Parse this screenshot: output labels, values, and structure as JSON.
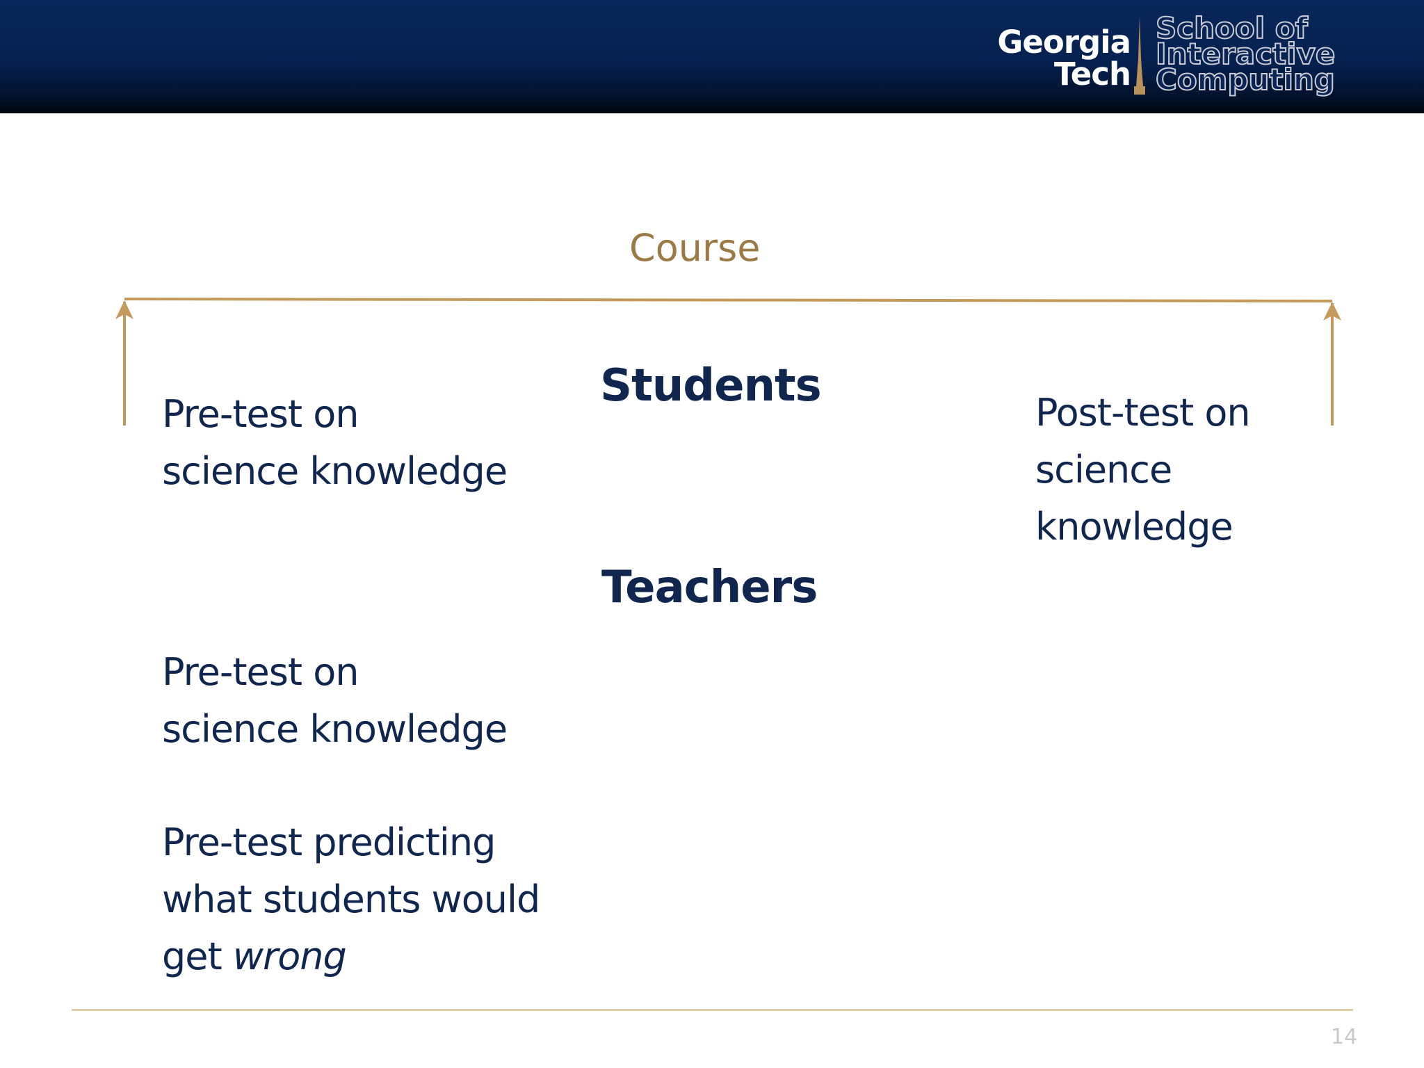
{
  "header": {
    "logo_gt_line1": "Georgia",
    "logo_gt_line2": "Tech",
    "logo_school_line1": "School of",
    "logo_school_line2": "Interactive",
    "logo_school_line3": "Computing"
  },
  "diagram": {
    "course_label": "Course",
    "arrow_color": "#c49a5c",
    "students_heading": "Students",
    "teachers_heading": "Teachers",
    "students_pretest": {
      "line1": "Pre-test on",
      "line2": "science knowledge"
    },
    "students_posttest": {
      "line1": "Post-test on",
      "line2": "science",
      "line3": "knowledge"
    },
    "teachers_pretest_knowledge": {
      "line1": "Pre-test on",
      "line2": "science knowledge"
    },
    "teachers_pretest_predicting": {
      "line1": "Pre-test predicting",
      "line2": "what students would",
      "line3_plain": "get ",
      "line3_italic": "wrong"
    }
  },
  "footer": {
    "page_number": "14"
  },
  "colors": {
    "header_navy": "#062150",
    "text_navy": "#10264e",
    "accent_gold": "#9b7a45",
    "footer_rule": "#e2cfaa"
  }
}
